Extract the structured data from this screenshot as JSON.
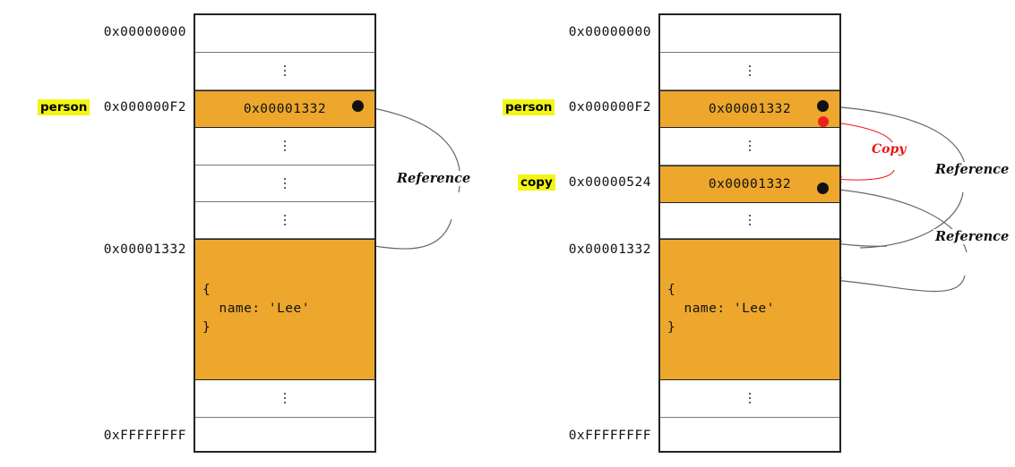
{
  "diagram": {
    "title": "Reference copy in memory",
    "colors": {
      "orange": "#eda72c",
      "highlight": "#f2f516",
      "arrow": "#555555",
      "red": "#ee1111",
      "border": "#222222"
    }
  },
  "panels": [
    {
      "id": "before-copy",
      "rows": [
        {
          "kind": "empty",
          "value": ""
        },
        {
          "kind": "dots",
          "value": "⋮"
        },
        {
          "kind": "value",
          "value": "0x00001332",
          "highlight": true
        },
        {
          "kind": "dots",
          "value": "⋮"
        },
        {
          "kind": "dots",
          "value": "⋮"
        },
        {
          "kind": "dots",
          "value": "⋮"
        },
        {
          "kind": "object",
          "value": "{\n  name: 'Lee'\n}",
          "highlight": true
        },
        {
          "kind": "dots",
          "value": "⋮"
        },
        {
          "kind": "empty",
          "value": ""
        }
      ],
      "addresses": [
        {
          "text": "0x00000000",
          "row": 0
        },
        {
          "text": "0x000000F2",
          "row": 2
        },
        {
          "text": "0x00001332",
          "row": 6
        },
        {
          "text": "0xFFFFFFFF",
          "row": 8
        }
      ],
      "variables": [
        {
          "text": "person",
          "row": 2
        }
      ],
      "annotations": [
        {
          "text": "Reference",
          "kind": "reference"
        }
      ]
    },
    {
      "id": "after-copy",
      "rows": [
        {
          "kind": "empty",
          "value": ""
        },
        {
          "kind": "dots",
          "value": "⋮"
        },
        {
          "kind": "value",
          "value": "0x00001332",
          "highlight": true
        },
        {
          "kind": "dots",
          "value": "⋮"
        },
        {
          "kind": "value",
          "value": "0x00001332",
          "highlight": true
        },
        {
          "kind": "dots",
          "value": "⋮"
        },
        {
          "kind": "object",
          "value": "{\n  name: 'Lee'\n}",
          "highlight": true
        },
        {
          "kind": "dots",
          "value": "⋮"
        },
        {
          "kind": "empty",
          "value": ""
        }
      ],
      "addresses": [
        {
          "text": "0x00000000",
          "row": 0
        },
        {
          "text": "0x000000F2",
          "row": 2
        },
        {
          "text": "0x00000524",
          "row": 4
        },
        {
          "text": "0x00001332",
          "row": 6
        },
        {
          "text": "0xFFFFFFFF",
          "row": 8
        }
      ],
      "variables": [
        {
          "text": "person",
          "row": 2
        },
        {
          "text": "copy",
          "row": 4
        }
      ],
      "annotations": [
        {
          "text": "Copy",
          "kind": "copy"
        },
        {
          "text": "Reference",
          "kind": "reference-1"
        },
        {
          "text": "Reference",
          "kind": "reference-2"
        }
      ]
    }
  ]
}
